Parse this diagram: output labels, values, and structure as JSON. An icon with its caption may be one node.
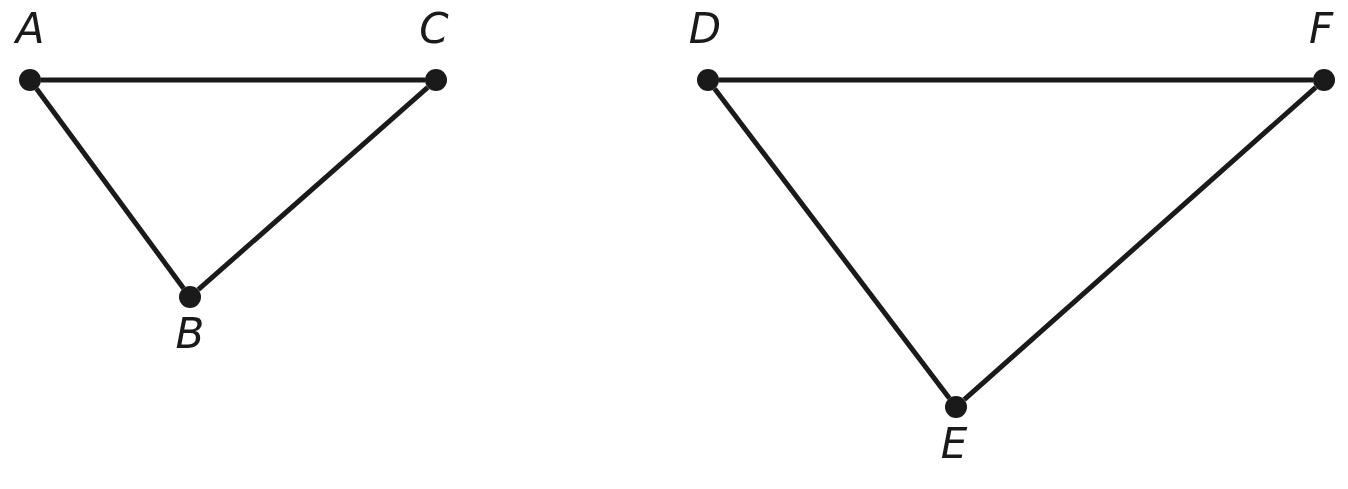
{
  "diagram": {
    "nodes": [
      {
        "text": [
          "A"
        ]
      },
      {
        "text": [
          "C"
        ]
      },
      {
        "text": [
          "B"
        ]
      },
      {
        "text": [
          "D"
        ]
      },
      {
        "text": [
          "F"
        ]
      },
      {
        "text": [
          "E"
        ]
      }
    ],
    "edges": [
      {
        "from": 0,
        "to": 1,
        "arrow": "none"
      },
      {
        "from": 0,
        "to": 2,
        "arrow": "none"
      },
      {
        "from": 2,
        "to": 1,
        "arrow": "none"
      },
      {
        "from": 3,
        "to": 4,
        "arrow": "none"
      },
      {
        "from": 3,
        "to": 5,
        "arrow": "none"
      },
      {
        "from": 5,
        "to": 4,
        "arrow": "none"
      }
    ]
  }
}
